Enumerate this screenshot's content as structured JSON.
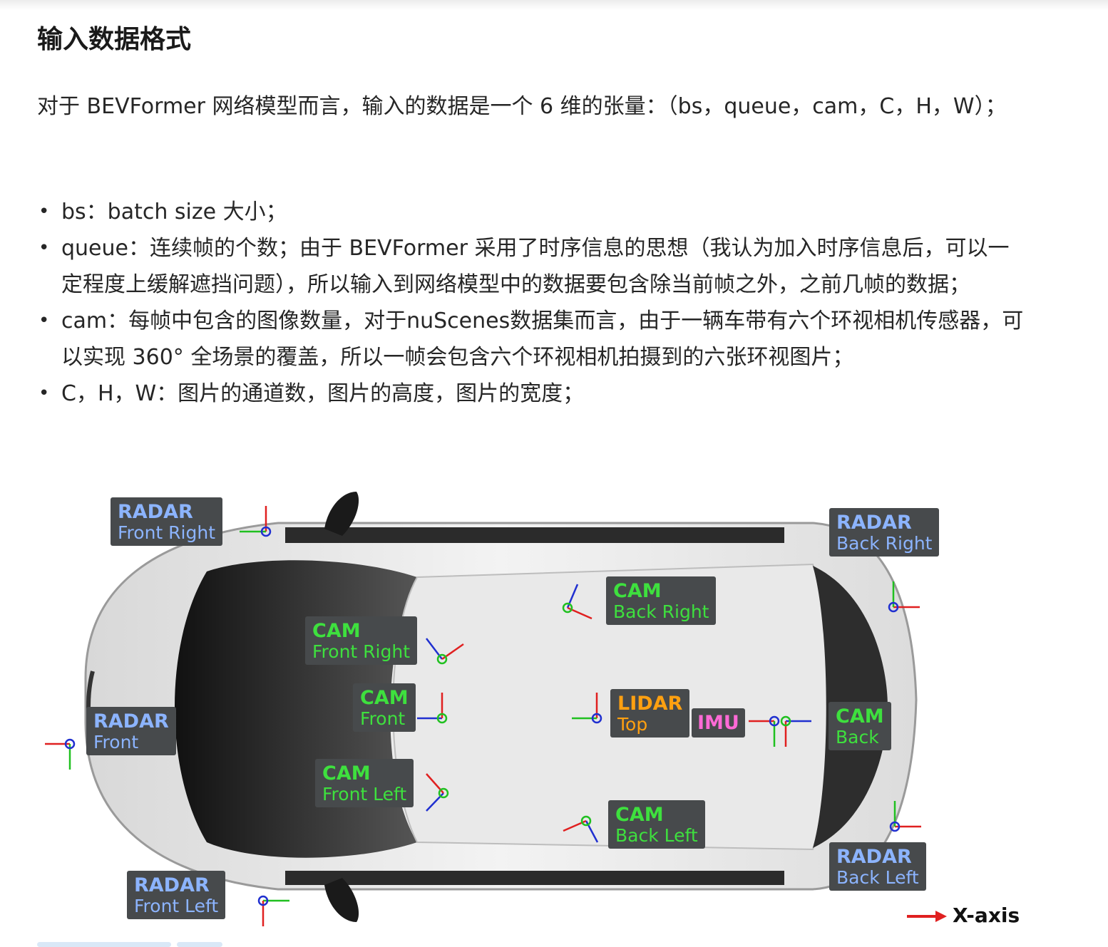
{
  "heading": "输入数据格式",
  "intro": "对于 BEVFormer 网络模型而言，输入的数据是一个 6 维的张量：（bs，queue，cam，C，H，W）；",
  "items": [
    "bs：batch size 大小；",
    "queue：连续帧的个数；由于 BEVFormer 采用了时序信息的思想（我认为加入时序信息后，可以一定程度上缓解遮挡问题），所以输入到网络模型中的数据要包含除当前帧之外，之前几帧的数据；",
    "cam：每帧中包含的图像数量，对于nuScenes数据集而言，由于一辆车带有六个环视相机传感器，可以实现 360° 全场景的覆盖，所以一帧会包含六个环视相机拍摄到的六张环视图片；",
    "C，H，W：图片的通道数，图片的高度，图片的宽度；"
  ],
  "figure": {
    "radar_front_right": {
      "t1": "RADAR",
      "t2": "Front Right"
    },
    "radar_back_right": {
      "t1": "RADAR",
      "t2": "Back Right"
    },
    "radar_front": {
      "t1": "RADAR",
      "t2": "Front"
    },
    "radar_front_left": {
      "t1": "RADAR",
      "t2": "Front Left"
    },
    "radar_back_left": {
      "t1": "RADAR",
      "t2": "Back Left"
    },
    "cam_front_right": {
      "t1": "CAM",
      "t2": "Front Right"
    },
    "cam_front": {
      "t1": "CAM",
      "t2": "Front"
    },
    "cam_front_left": {
      "t1": "CAM",
      "t2": "Front Left"
    },
    "cam_back_right": {
      "t1": "CAM",
      "t2": "Back Right"
    },
    "cam_back_left": {
      "t1": "CAM",
      "t2": "Back Left"
    },
    "cam_back": {
      "t1": "CAM",
      "t2": "Back"
    },
    "lidar_top": {
      "t1": "LIDAR",
      "t2": "Top"
    },
    "imu": {
      "t1": "IMU"
    },
    "x_axis_label": "X-axis",
    "colors": {
      "radar": "#8cb4ff",
      "cam": "#3ee03e",
      "lidar": "#ffa010",
      "imu": "#ff6ad6",
      "label_bg": "#474a4c"
    }
  }
}
